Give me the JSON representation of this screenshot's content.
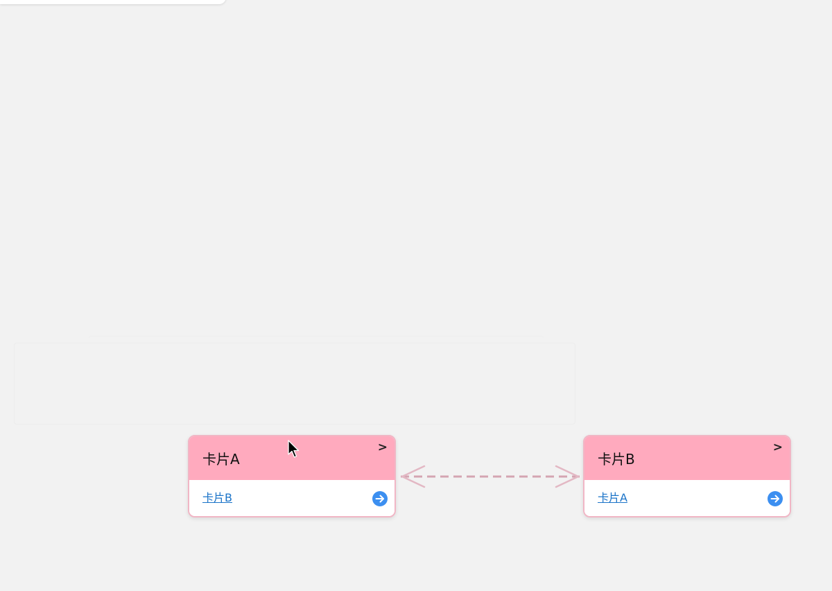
{
  "canvas": {
    "background": "#f2f2f2"
  },
  "cards": [
    {
      "title": "卡片A",
      "link_label": "卡片B",
      "expand_icon": ">",
      "go_icon": "arrow-right-circle-icon",
      "header_color": "#ffaabe",
      "border_color": "#f1b6c5"
    },
    {
      "title": "卡片B",
      "link_label": "卡片A",
      "expand_icon": ">",
      "go_icon": "arrow-right-circle-icon",
      "header_color": "#ffaabe",
      "border_color": "#f1b6c5"
    }
  ],
  "connector": {
    "style": "dashed",
    "direction": "bidirectional",
    "color": "#d4a5b2"
  },
  "link_color": "#1a73c8",
  "go_icon_color": "#3c8ff0"
}
